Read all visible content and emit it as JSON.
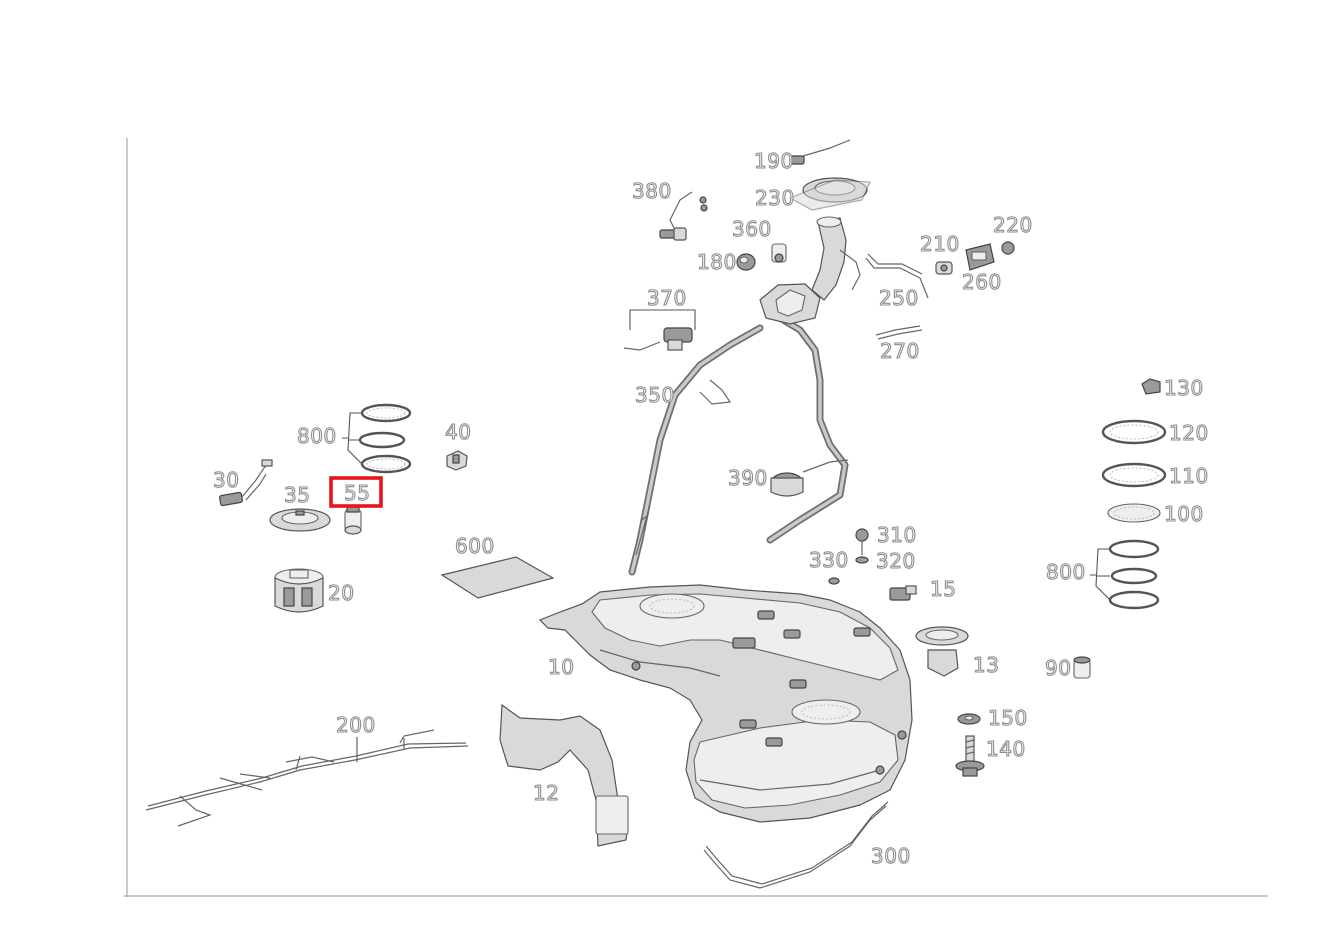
{
  "diagram": {
    "highlight_color": "#e8141a",
    "labels": {
      "p10": "10",
      "p12": "12",
      "p13": "13",
      "p15": "15",
      "p20": "20",
      "p30": "30",
      "p35": "35",
      "p40": "40",
      "p55": "55",
      "p90": "90",
      "p100": "100",
      "p110": "110",
      "p120": "120",
      "p130": "130",
      "p140": "140",
      "p150": "150",
      "p180": "180",
      "p190": "190",
      "p200": "200",
      "p210": "210",
      "p220": "220",
      "p230": "230",
      "p250": "250",
      "p260": "260",
      "p270": "270",
      "p300": "300",
      "p310": "310",
      "p320": "320",
      "p330": "330",
      "p350": "350",
      "p360": "360",
      "p370": "370",
      "p380": "380",
      "p390": "390",
      "p600": "600",
      "p800_left": "800",
      "p800_right": "800"
    }
  }
}
